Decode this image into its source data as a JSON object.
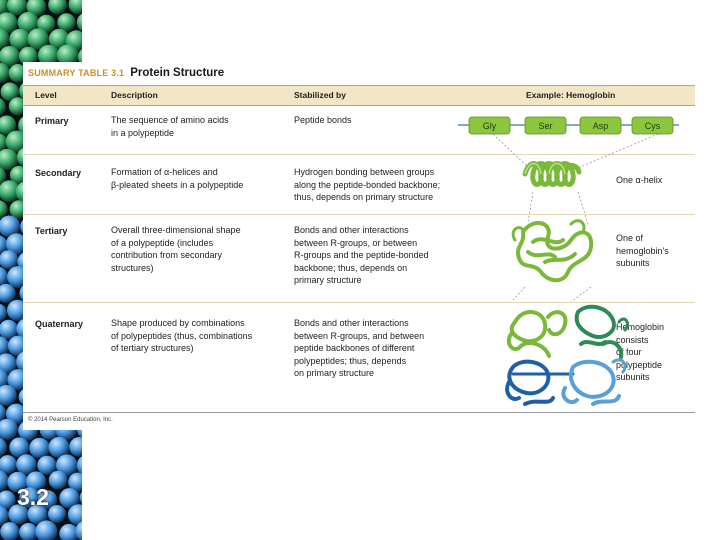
{
  "slide_number": "3.2",
  "table": {
    "tag": "SUMMARY TABLE 3.1",
    "title": "Protein Structure",
    "headers": {
      "level": "Level",
      "description": "Description",
      "stabilized_by": "Stabilized by",
      "example": "Example: Hemoglobin"
    },
    "rows": [
      {
        "level": "Primary",
        "description": "The sequence of amino acids\nin a polypeptide",
        "stabilized_by": "Peptide bonds",
        "example": ""
      },
      {
        "level": "Secondary",
        "description": "Formation of α-helices and\nβ-pleated sheets in a polypeptide",
        "stabilized_by": "Hydrogen bonding between groups\nalong the peptide-bonded backbone;\nthus, depends on primary structure",
        "example": "One α-helix"
      },
      {
        "level": "Tertiary",
        "description": "Overall three-dimensional shape\nof a polypeptide (includes\ncontribution from secondary\nstructures)",
        "stabilized_by": "Bonds and other interactions\nbetween R-groups, or between\nR-groups and the peptide-bonded\nbackbone; thus, depends on\nprimary structure",
        "example": "One of\nhemoglobin's\nsubunits"
      },
      {
        "level": "Quaternary",
        "description": "Shape produced by combinations\nof polypeptides (thus, combinations\nof tertiary structures)",
        "stabilized_by": "Bonds and other interactions\nbetween R-groups, and between\npeptide backbones of different\npolypeptides; thus, depends\non primary structure",
        "example": "Hemoglobin\nconsists\nof four\npolypeptide\nsubunits"
      }
    ],
    "amino_acids": [
      "Gly",
      "Ser",
      "Asp",
      "Cys"
    ],
    "copyright": "© 2014 Pearson Education, Inc."
  },
  "colors": {
    "header_bg": "#f3e6c4",
    "tag": "#c8922a",
    "amino_box": "#8cc63f",
    "helix_green": "#7ab83a",
    "subunit_dark_green": "#2e8b57",
    "subunit_blue": "#5aa0d8",
    "subunit_dark_blue": "#1f5fa8"
  }
}
